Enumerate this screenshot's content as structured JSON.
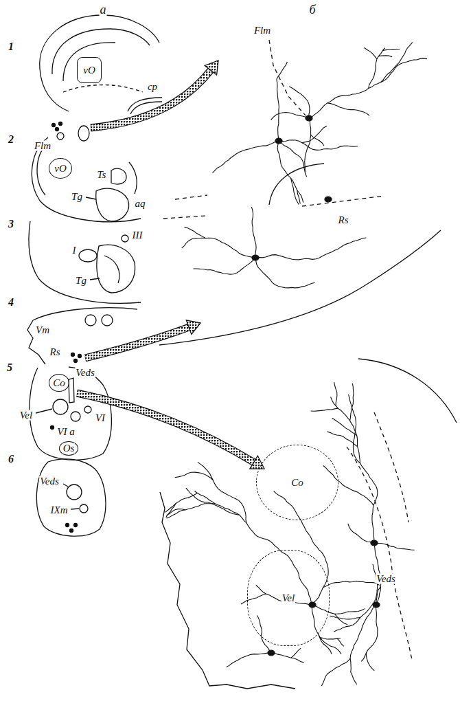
{
  "diagram": {
    "nodes": [
      {
        "text": [
          "vO"
        ]
      },
      {
        "text": [
          "vO"
        ]
      },
      {
        "text": [
          "Co"
        ]
      },
      {
        "text": [
          "Os"
        ]
      },
      {
        "text": [
          "Co"
        ]
      },
      {
        "text": [
          "Vel"
        ]
      }
    ],
    "labels": [
      "а",
      "б",
      "1",
      "cp",
      "Flm",
      "2",
      "Ts",
      "Tg",
      "aq",
      "III",
      "3",
      "I",
      "Tg",
      "4",
      "Vm",
      "Rs",
      "5",
      "Veds",
      "Vel",
      "VI",
      "VI a",
      "6",
      "Veds",
      "IXm",
      "Flm",
      "Rs",
      "Veds"
    ]
  }
}
